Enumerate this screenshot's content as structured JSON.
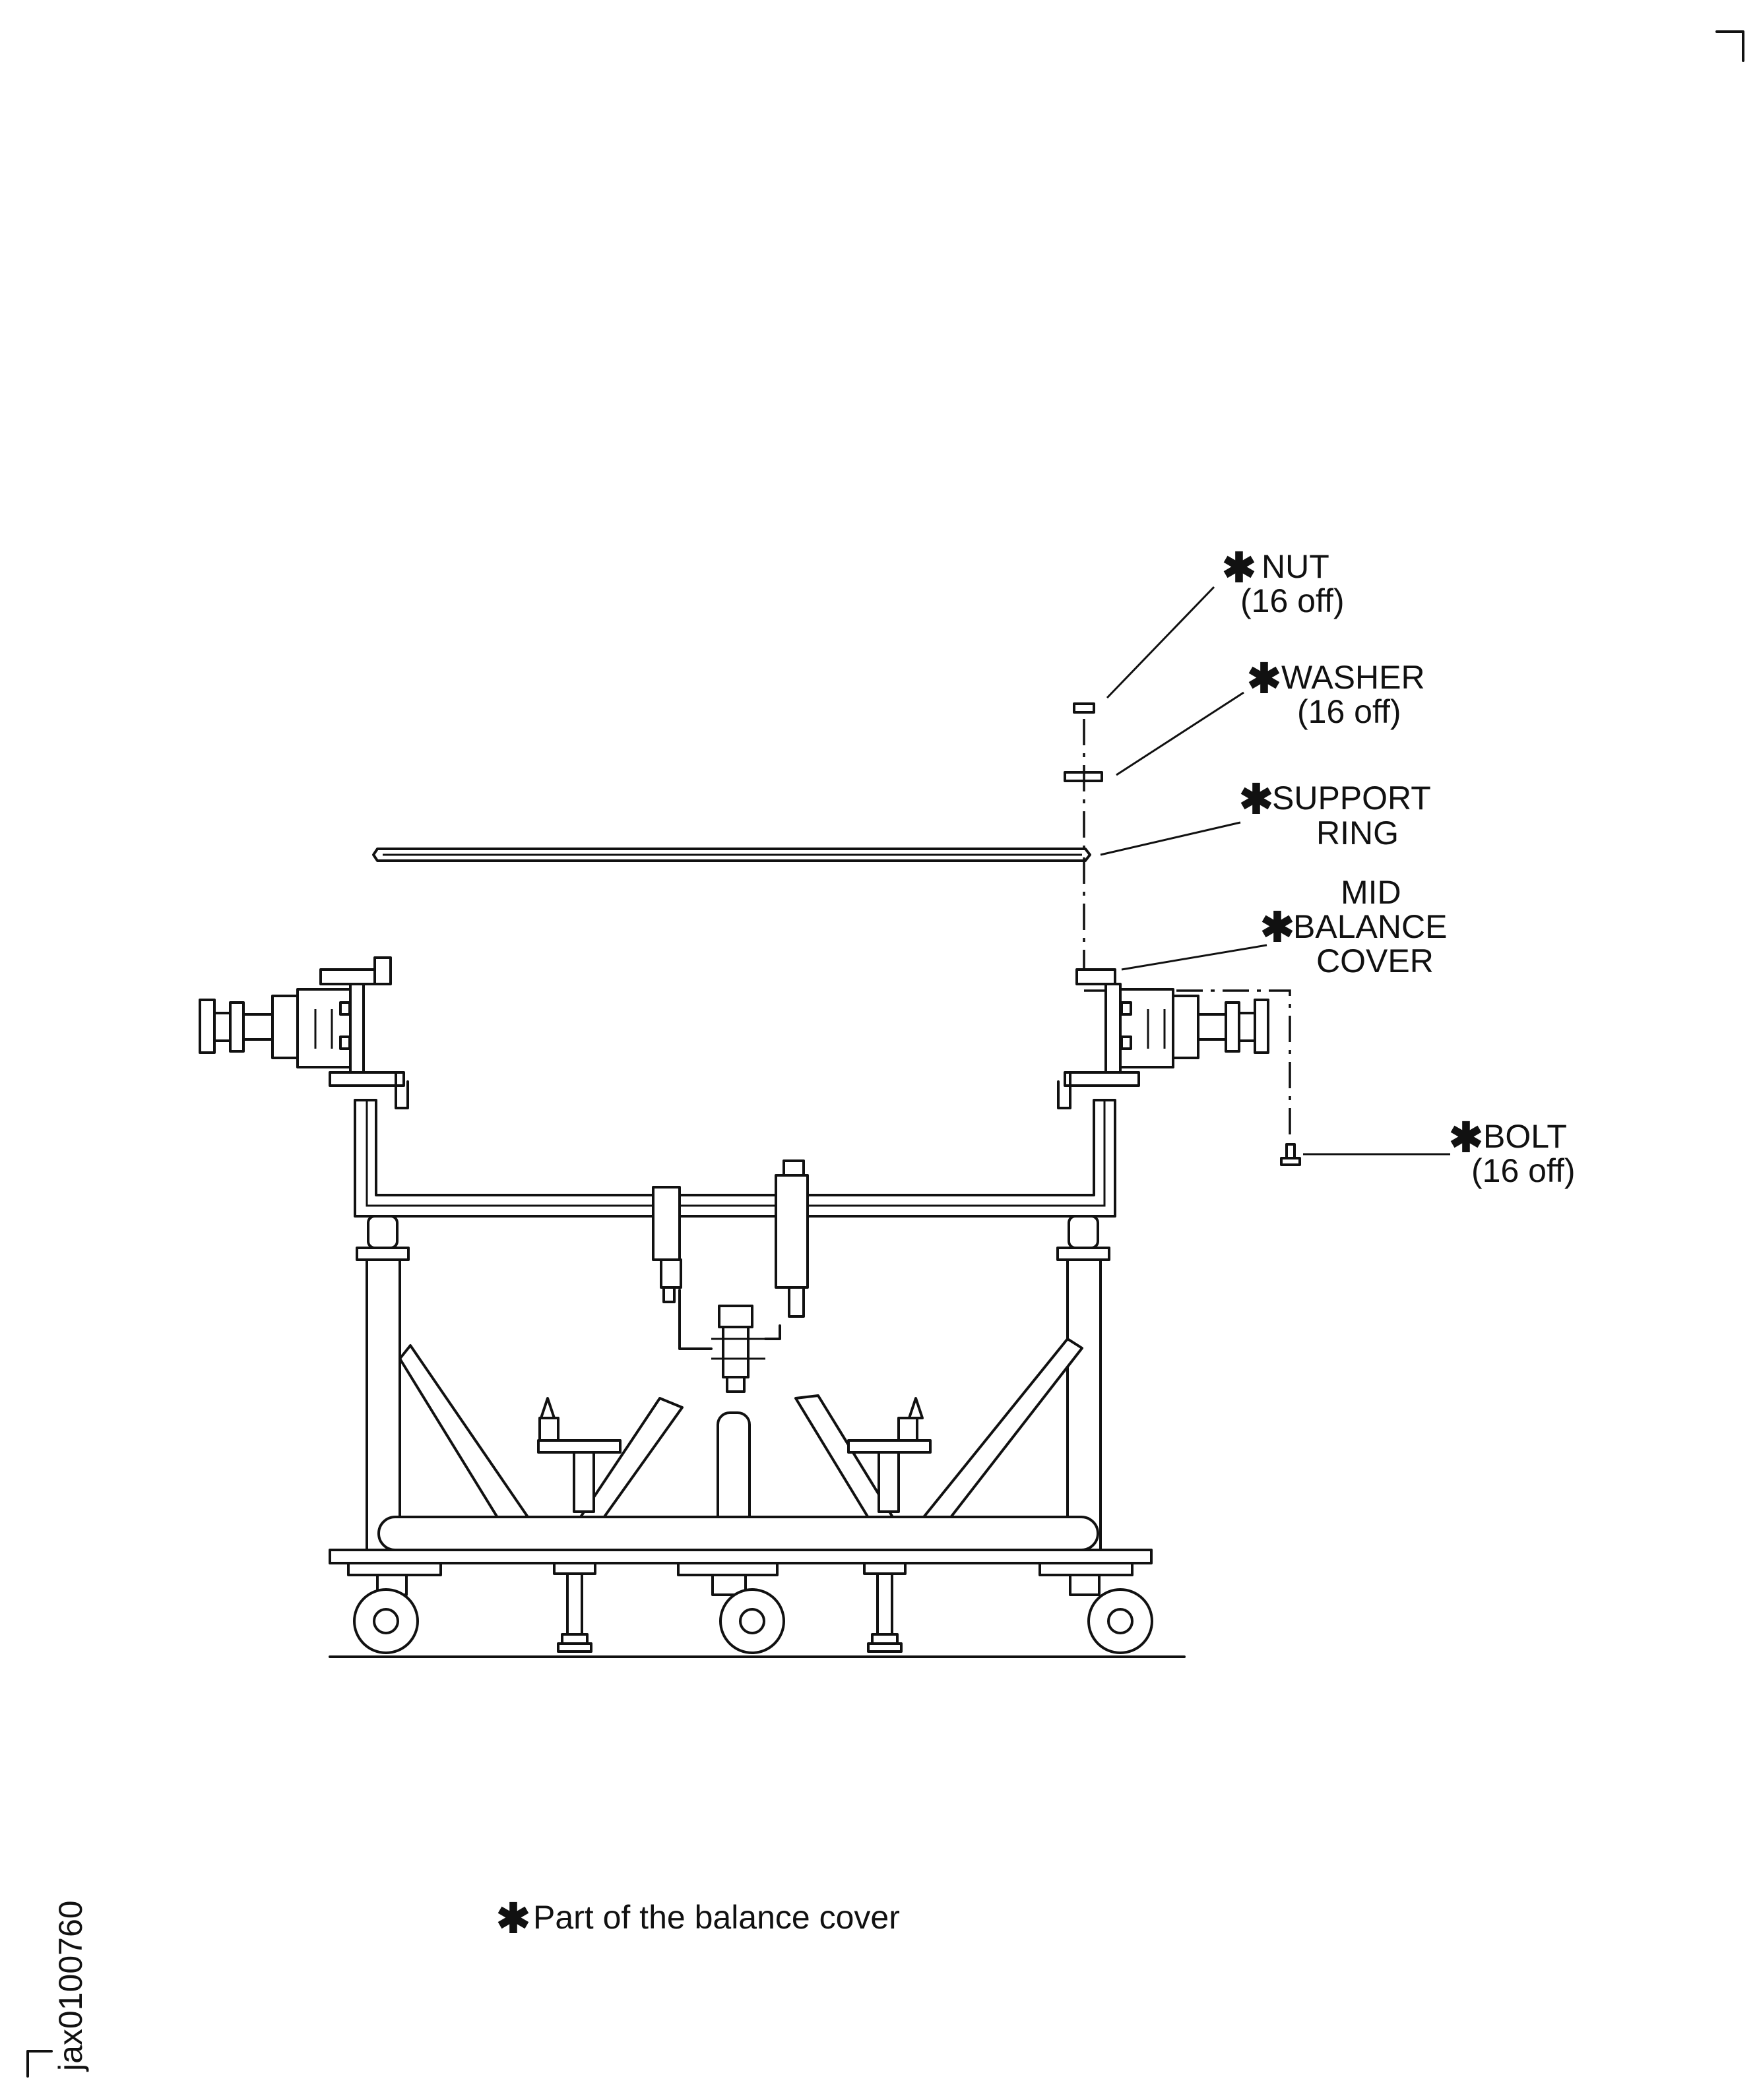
{
  "labels": {
    "nut": {
      "asterisk": "✱",
      "name": "NUT",
      "qty": "(16 off)"
    },
    "washer": {
      "asterisk": "✱",
      "name": "WASHER",
      "qty": "(16 off)"
    },
    "support_ring": {
      "asterisk": "✱",
      "line1": "SUPPORT",
      "line2": "RING"
    },
    "mid_balance_cover": {
      "asterisk": "✱",
      "line1": "MID",
      "line2": "BALANCE",
      "line3": "COVER"
    },
    "bolt": {
      "asterisk": "✱",
      "name": "BOLT",
      "qty": "(16 off)"
    }
  },
  "footnote": {
    "asterisk": "✱",
    "text": "Part of the balance cover"
  },
  "figure_ref": "jax0100760"
}
